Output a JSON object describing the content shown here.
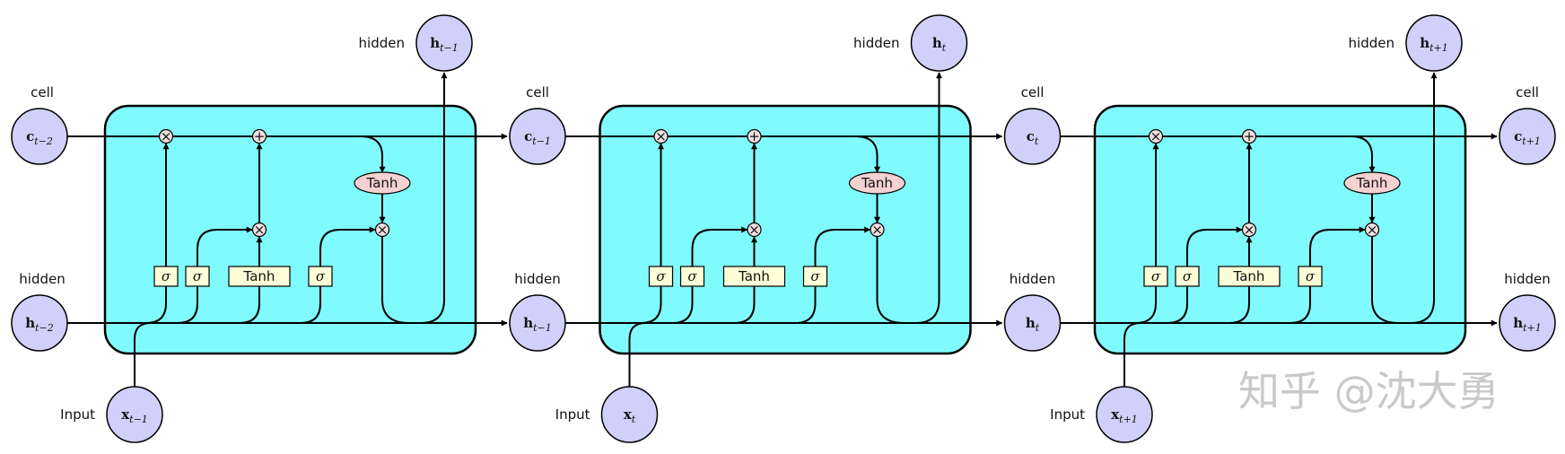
{
  "labels": {
    "cell": "cell",
    "hidden": "hidden",
    "input": "Input",
    "tanh": "Tanh",
    "sigma": "σ",
    "times": "×",
    "plus": "+"
  },
  "nodes": {
    "cell": [
      "c_{t−2}",
      "c_{t−1}",
      "c_t",
      "c_{t+1}"
    ],
    "hidden": [
      "h_{t−2}",
      "h_{t−1}",
      "h_t",
      "h_{t+1}"
    ],
    "hidden_out": [
      "h_{t−1}",
      "h_t",
      "h_{t+1}"
    ],
    "input": [
      "x_{t−1}",
      "x_t",
      "x_{t+1}"
    ]
  },
  "watermark": "知乎 @沈大勇",
  "colors": {
    "cell_box": "#80fbfd",
    "state_node": "#d0d0fa",
    "gate_box": "#fdfdd8",
    "tanh_ellipse": "#f5d2d2",
    "op_circle": "#f0e0e0"
  }
}
